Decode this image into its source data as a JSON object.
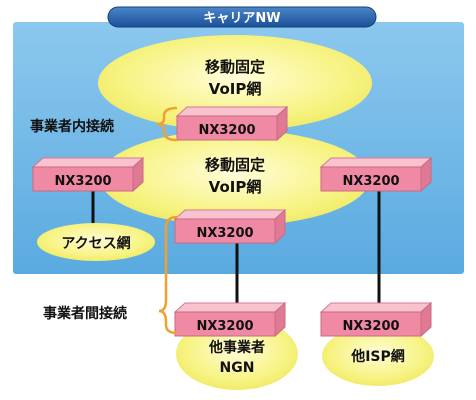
{
  "title": "キャリアNW",
  "clouds": {
    "upper": [
      "移動固定",
      "VoIP網"
    ],
    "middle": [
      "移動固定",
      "VoIP網"
    ],
    "access": "アクセス網",
    "ngn": [
      "他事業者",
      "NGN"
    ],
    "isp": "他ISP網"
  },
  "routers": {
    "top": "NX3200",
    "left": "NX3200",
    "right": "NX3200",
    "center": "NX3200",
    "ngn": "NX3200",
    "isp": "NX3200"
  },
  "labels": {
    "intra": "事業者内接続",
    "inter": "事業者間接続"
  },
  "colors": {
    "carrier_bg": "#6fb7e6",
    "title_bar": "#1f5fa8",
    "cloud": "#f7f382",
    "router_front": "#f08aa4",
    "router_top": "#f9c2cf",
    "bracket": "#f0a030"
  }
}
